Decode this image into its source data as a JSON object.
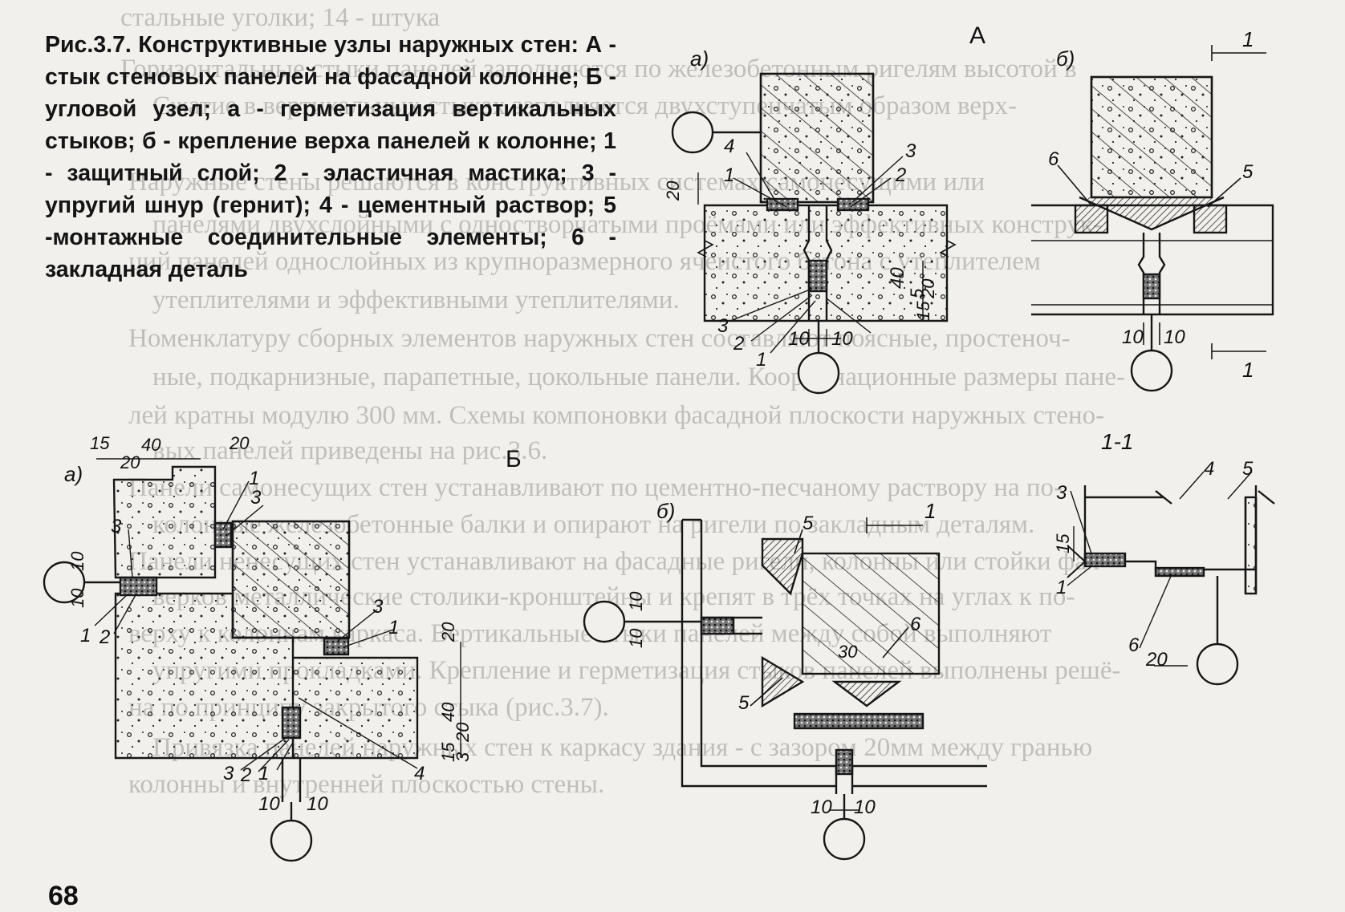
{
  "bleed_lines": [
    "стальные уголки; 14 - штука",
    "Горизонтальные стыки панелей заполняются по железобетонным ригелям высотой в",
    "Сжатие в вертикальных стыках заполняется двухступенчатым образом верх-",
    "Наружные стены решаются в конструктивных системах самонесущими или",
    "панелями двухслойными с одностворчатыми проёмами или эффективных конструк-",
    "ций панелей однослойных из крупноразмерного ячеистого бетона с утеплителем",
    "утеплителями и эффективными утеплителями.",
    "Номенклатуру сборных элементов наружных стен составляют поясные, простеноч-",
    "ные, подкарнизные, парапетные, цокольные панели. Координационные размеры пане-",
    "лей кратны модулю 300 мм. Схемы компоновки фасадной плоскости наружных стено-",
    "вых панелей приведены на рис.3.6.",
    "Панели самонесущих стен устанавливают по цементно-песчаному раствору на по-",
    "колонные железобетонные балки и опирают на ригели по закладным деталям.",
    "Панели ненесущих стен устанавливают на фасадные ригели, колонны или стойки фах-",
    "верков металлические столики-кронштейны и крепят в трёх точках на углах к по-",
    "верху к колоннам каркаса. Вертикальные стыки панелей между собой выполняют",
    "упругими прокладками. Крепление и герметизация стыков панелей выполнены решё-",
    "на по принципу закрытого стыка (рис.3.7).",
    "Привязка панелей наружных стен к каркасу здания - с зазором 20мм между гранью",
    "колонны и внутренней плоскостью стены."
  ],
  "caption": {
    "title": "Рис.3.7. Конструктивные узлы наружных стен:",
    "text": "А - стык стеновых панелей на фасадной колонне; Б - угловой узел; а - герметизация вертикальных стыков; б - крепление верха панелей к колонне; 1 - защитный слой; 2 - эластичная мастика; 3 - упругий шнур (гернит); 4 - цементный раствор; 5 -монтажные соединительные элементы; 6 - закладная деталь"
  },
  "sections": {
    "A": "А",
    "B": "Б",
    "sub_a": "а)",
    "sub_b": "б)",
    "cut": "1-1",
    "cut_mark": "1"
  },
  "leaders": {
    "n1": "1",
    "n2": "2",
    "n3": "3",
    "n4": "4",
    "n5": "5",
    "n6": "6"
  },
  "dims": {
    "d10": "10",
    "d15": "15",
    "d20": "20",
    "d30": "30",
    "d40": "40",
    "d5": "5",
    "d3": "3"
  },
  "page_number": "68",
  "colors": {
    "ink": "#141414",
    "paper": "#f1f0ec",
    "bleed": "#9a9a98"
  }
}
